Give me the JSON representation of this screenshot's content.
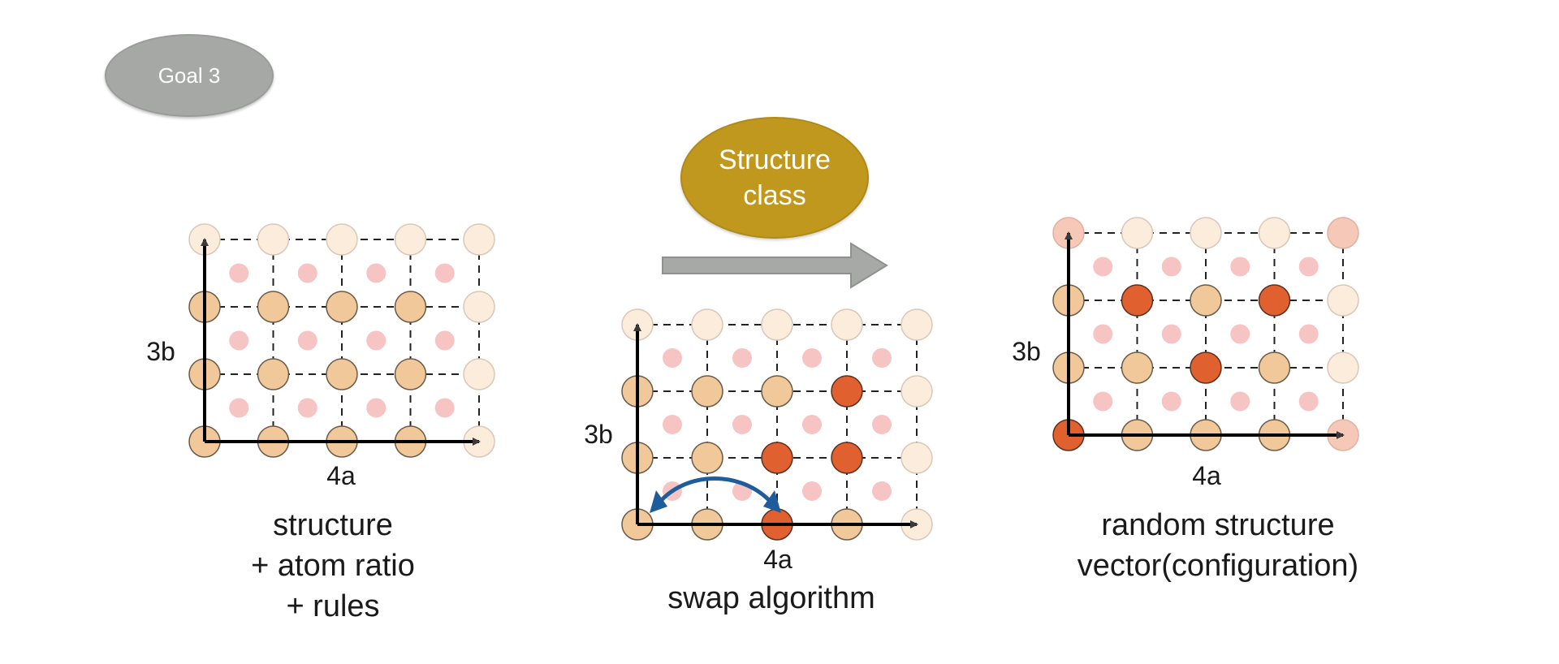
{
  "goal_label": "Goal 3",
  "center_badge": {
    "line1": "Structure",
    "line2": "class"
  },
  "panels": [
    {
      "id": "left",
      "x_axis_label": "4a",
      "y_axis_label": "3b",
      "caption": [
        "structure",
        "+ atom ratio",
        "+ rules"
      ]
    },
    {
      "id": "middle",
      "x_axis_label": "4a",
      "y_axis_label": "3b",
      "caption": [
        "swap algorithm"
      ]
    },
    {
      "id": "right",
      "x_axis_label": "4a",
      "y_axis_label": "3b",
      "caption": [
        "random structure",
        "vector(configuration)"
      ]
    }
  ],
  "colors": {
    "atom_tan": "#f0c89a",
    "atom_faint": "#fcecdc",
    "atom_orange": "#e06030",
    "atom_pink_big": "#f5c8b8",
    "interstitial": "#f7c4c4",
    "arrow_gray": "#a6a9a6",
    "swap_arrow": "#1f5c9c",
    "axis": "#000000"
  },
  "lattices": {
    "left": {
      "rows": [
        [
          "faint",
          "faint",
          "faint",
          "faint",
          "faint"
        ],
        [
          "tan",
          "tan",
          "tan",
          "tan",
          "faint"
        ],
        [
          "tan",
          "tan",
          "tan",
          "tan",
          "faint"
        ],
        [
          "tan",
          "tan",
          "tan",
          "tan",
          "faint"
        ]
      ]
    },
    "middle": {
      "rows": [
        [
          "faint",
          "faint",
          "faint",
          "faint",
          "faint"
        ],
        [
          "tan",
          "tan",
          "tan",
          "orange",
          "faint"
        ],
        [
          "tan",
          "tan",
          "orange",
          "orange",
          "faint"
        ],
        [
          "tan",
          "tan",
          "orange",
          "tan",
          "faint"
        ]
      ]
    },
    "right": {
      "rows": [
        [
          "pink",
          "faint",
          "faint",
          "faint",
          "pink"
        ],
        [
          "tan",
          "orange",
          "tan",
          "orange",
          "faint"
        ],
        [
          "tan",
          "tan",
          "orange",
          "tan",
          "faint"
        ],
        [
          "orange",
          "tan",
          "tan",
          "tan",
          "pink"
        ]
      ]
    }
  }
}
